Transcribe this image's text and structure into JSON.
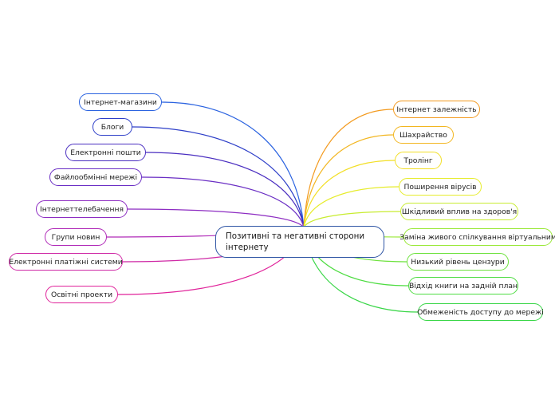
{
  "central": {
    "label": "Позитивні та негативні сторони інтернету",
    "color": "#2f55a4"
  },
  "left_topics": [
    {
      "label": "Інтернет-магазини",
      "color": "#2b63e0"
    },
    {
      "label": "Блоги",
      "color": "#2d3ec8"
    },
    {
      "label": "Електронні пошти",
      "color": "#4a2ec0"
    },
    {
      "label": "Файлообмінні мережі",
      "color": "#6a2ec4"
    },
    {
      "label": "Інтернеттелебачення",
      "color": "#8d2cc2"
    },
    {
      "label": "Групи новин",
      "color": "#b02ab8"
    },
    {
      "label": "Електронні платіжні системи",
      "color": "#cf2aa6"
    },
    {
      "label": "Освітні проекти",
      "color": "#e0229a"
    }
  ],
  "right_topics": [
    {
      "label": "Інтернет залежність",
      "color": "#f39a1e"
    },
    {
      "label": "Шахрайство",
      "color": "#f2b620"
    },
    {
      "label": "Тролінг",
      "color": "#f2df26"
    },
    {
      "label": "Поширення вірусів",
      "color": "#e6ec2a"
    },
    {
      "label": "Шкідливий вплив на здоров'я",
      "color": "#c8ec30"
    },
    {
      "label": "Заміна живого спілкування віртуальним",
      "color": "#9ae838"
    },
    {
      "label": "Низький рівень цензури",
      "color": "#6ee23e"
    },
    {
      "label": "Відхід книги на задній план",
      "color": "#4edc42"
    },
    {
      "label": "Обмеженість доступу до мережі",
      "color": "#38d646"
    }
  ]
}
